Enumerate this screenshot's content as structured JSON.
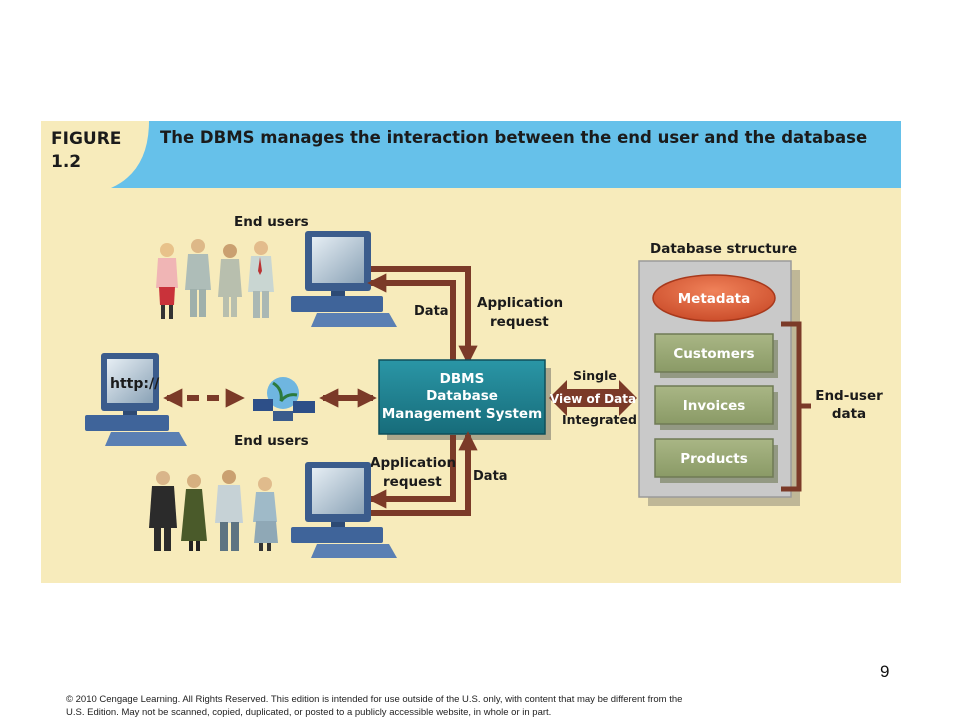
{
  "figure": {
    "label_line1": "FIGURE",
    "label_line2": "1.2",
    "title": "The DBMS manages the interaction between the end user and the database"
  },
  "diagram": {
    "end_users_top": "End users",
    "end_users_middle": "End users",
    "data_top": "Data",
    "app_request_top_line1": "Application",
    "app_request_top_line2": "request",
    "app_request_bottom_line1": "Application",
    "app_request_bottom_line2": "request",
    "data_bottom": "Data",
    "http_label": "http://",
    "dbms_line1": "DBMS",
    "dbms_line2": "Database",
    "dbms_line3": "Management System",
    "single": "Single",
    "view_of_data": "View of Data",
    "integrated": "Integrated",
    "db_structure_title": "Database structure",
    "metadata": "Metadata",
    "tables": [
      "Customers",
      "Invoices",
      "Products"
    ],
    "end_user_data_line1": "End-user",
    "end_user_data_line2": "data"
  },
  "colors": {
    "header_blue": "#66c1ea",
    "panel_beige": "#f7ebbb",
    "arrow_brown": "#7b3a28",
    "dbms_teal": "#1f7f8f",
    "metadata_orange": "#e2613a",
    "table_green": "#9aa876"
  },
  "footer": {
    "page_number": "9",
    "copyright_line1": "© 2010 Cengage Learning. All Rights Reserved. This edition is intended for use outside of the U.S. only, with content that may be different from the",
    "copyright_line2": "U.S. Edition. May not be scanned, copied, duplicated, or posted to a publicly accessible website, in whole or in part."
  }
}
